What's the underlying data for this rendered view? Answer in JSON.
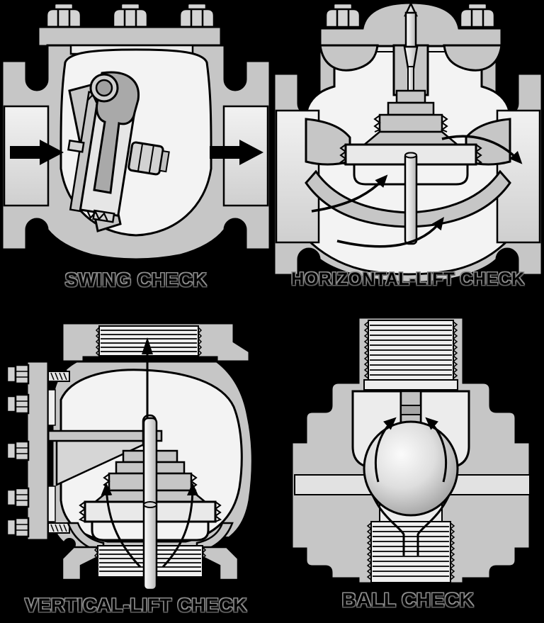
{
  "page": {
    "background_color": "#000000"
  },
  "colors": {
    "valve_body": "#c6c6c6",
    "valve_interior": "#f3f3f3",
    "outline": "#000000",
    "hinge_arm": "#a9a9a9",
    "flow_arrow": "#000000",
    "caption_text": "#000000",
    "caption_halo": "#8d8d8d"
  },
  "panels": [
    {
      "id": "swing-check",
      "label": "SWING CHECK",
      "description": "Cutaway of a swing check valve: bolted top cover, hinged tilted disc with nut, straight black flow arrows entering left and leaving right"
    },
    {
      "id": "horizontal-lift-check",
      "label": "HORIZONTAL-LIFT CHECK",
      "description": "Cutaway of a horizontal-lift check valve: domed bonnet with vertical stem, guided piston disc on seat, curved arrows showing flow under the disc and out the right port"
    },
    {
      "id": "vertical-lift-check",
      "label": "VERTICAL-LIFT CHECK",
      "description": "Cutaway of a vertical-lift check valve: threaded top and bottom ports, bolted side flange plate, central stem and disc, arrows showing upward flow"
    },
    {
      "id": "ball-check",
      "label": "BALL CHECK",
      "description": "Cutaway of a ball check valve: threaded vertical ports and a free ball in the chamber, curved arrows showing upward flow around the ball"
    }
  ]
}
